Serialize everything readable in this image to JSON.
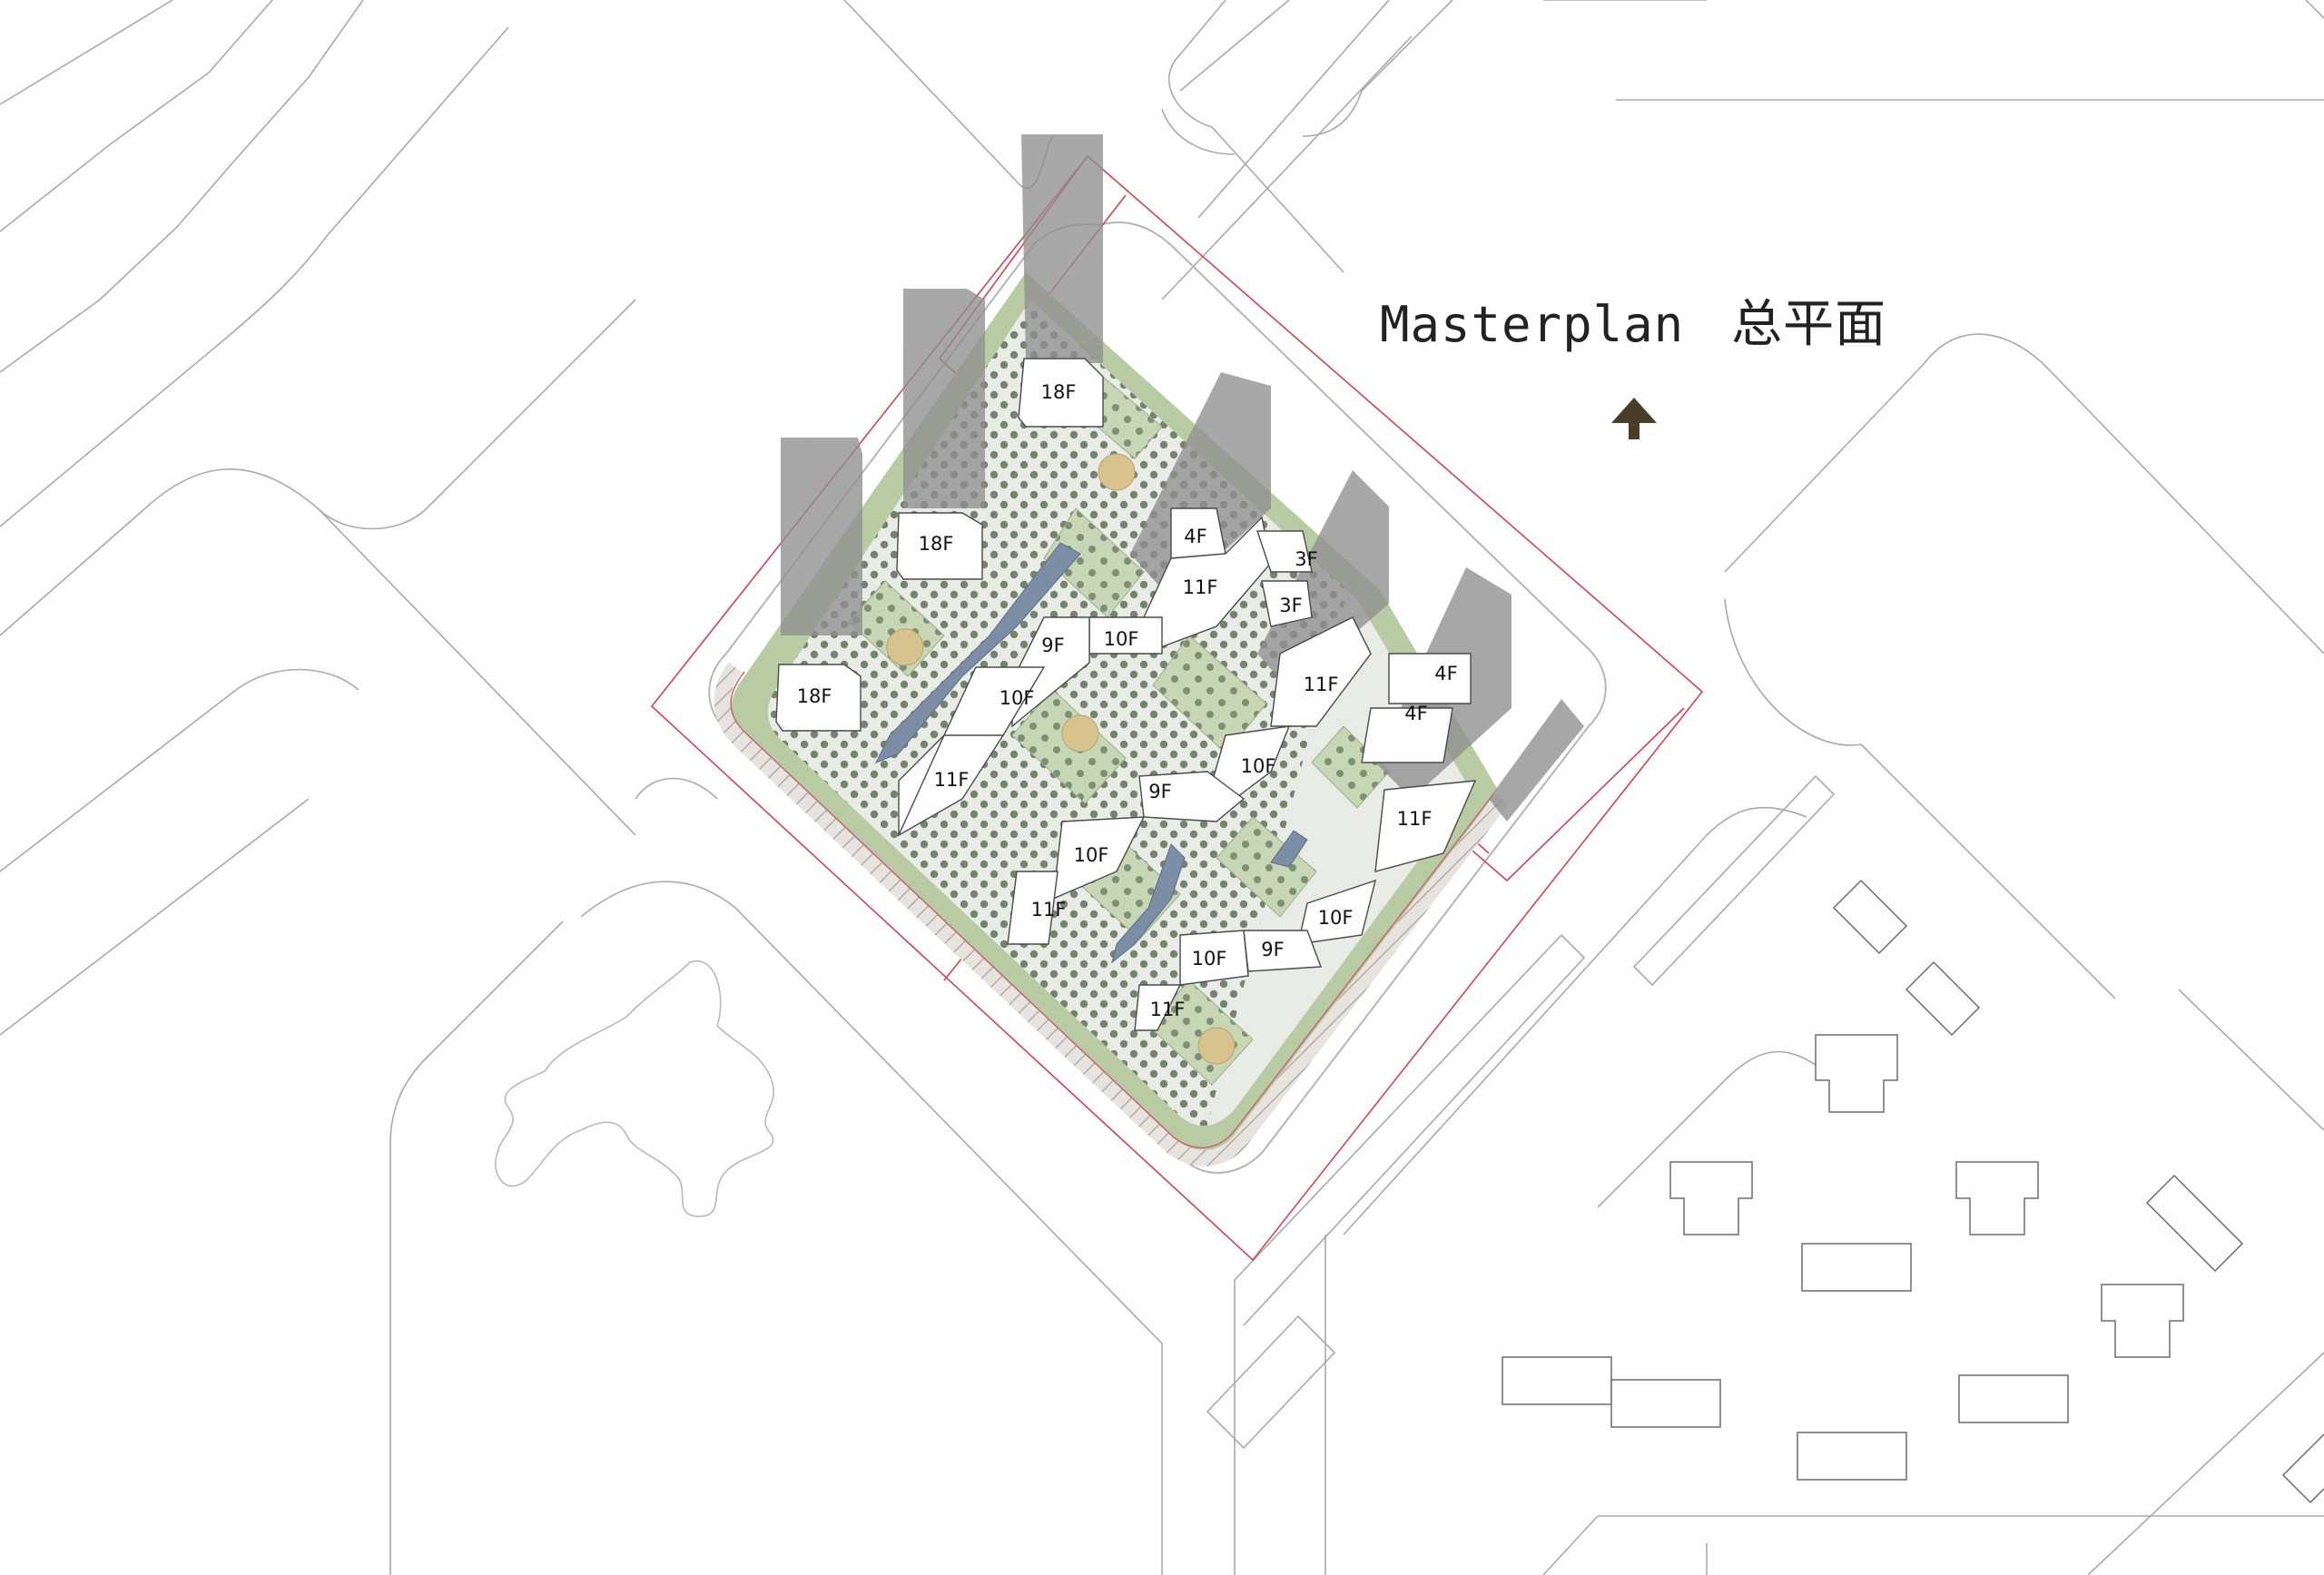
{
  "title": {
    "en": "Masterplan",
    "cn": "总平面"
  },
  "north_arrow": {
    "icon": "north-arrow-icon",
    "color": "#4a3c28"
  },
  "colors": {
    "greenery": "#b9cba3",
    "tree": "#6e8067",
    "shadow": "#9c9c9c",
    "boundary": "#d9414e",
    "water": "#7b8ea6",
    "plaza": "#d8c38e"
  },
  "buildings": {
    "t1": "18F",
    "t2": "18F",
    "t3": "18F",
    "b_4f_a": "4F",
    "b_11f_a": "11F",
    "b_3f_a": "3F",
    "b_3f_b": "3F",
    "b_9f_a": "9F",
    "b_10f_a": "10F",
    "b_10f_b": "10F",
    "b_11f_b": "11F",
    "b_11f_c": "11F",
    "b_4f_b": "4F",
    "b_4f_c": "4F",
    "b_10f_c": "10F",
    "b_9f_b": "9F",
    "b_10f_d": "10F",
    "b_11f_d": "11F",
    "b_11f_e": "11F",
    "b_10f_e": "10F",
    "b_10f_f": "10F",
    "b_9f_c": "9F",
    "b_11f_f": "11F"
  }
}
